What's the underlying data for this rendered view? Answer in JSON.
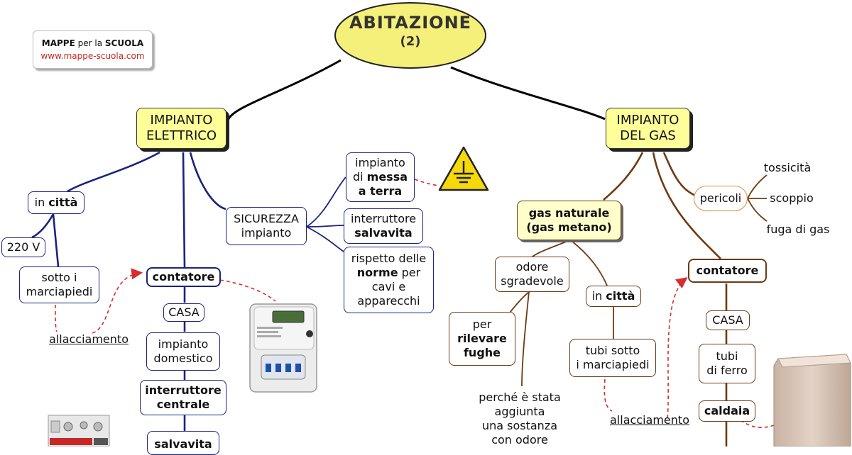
{
  "logo": {
    "line1_a": "MAPPE",
    "line1_b": " per la ",
    "line1_c": "SCUOLA",
    "line2": "www.mappe-scuola.com"
  },
  "title": {
    "main": "ABITAZIONE",
    "sub": "(2)"
  },
  "elettrico": {
    "header_l1": "IMPIANTO",
    "header_l2": "ELETTRICO",
    "in_citta_a": "in ",
    "in_citta_b": "città",
    "v220": "220 V",
    "sotto_l1": "sotto i",
    "sotto_l2": "marciapiedi",
    "allacciamento": "allacciamento",
    "contatore": "contatore",
    "casa": "CASA",
    "domestico_l1": "impianto",
    "domestico_l2": "domestico",
    "centrale_l1": "interruttore",
    "centrale_l2": "centrale",
    "salvavita": "salvavita",
    "sicurezza_l1": "SICUREZZA",
    "sicurezza_l2": "impianto",
    "terra_l1": "impianto",
    "terra_l2a": "di ",
    "terra_l2b": "messa",
    "terra_l3": "a terra",
    "salv_l1": "interruttore",
    "salv_l2": "salvavita",
    "norme_l1": "rispetto delle",
    "norme_l2a": "norme",
    "norme_l2b": " per",
    "norme_l3": "cavi e",
    "norme_l4": "apparecchi"
  },
  "gas": {
    "header_l1": "IMPIANTO",
    "header_l2": "DEL GAS",
    "naturale_l1": "gas naturale",
    "naturale_l2": "(gas metano)",
    "odore_l1": "odore",
    "odore_l2": "sgradevole",
    "rilevare_l1": "per",
    "rilevare_l2": "rilevare",
    "rilevare_l3": "fughe",
    "perche_l1": "perché è stata",
    "perche_l2": "aggiunta",
    "perche_l3": "una sostanza",
    "perche_l4": "con odore",
    "in_citta_a": "in ",
    "in_citta_b": "città",
    "tubi_sotto_l1": "tubi sotto",
    "tubi_sotto_l2": "i marciapiedi",
    "allacciamento": "allacciamento",
    "pericoli": "pericoli",
    "tossicita": "tossicità",
    "scoppio": "scoppio",
    "fuga": "fuga di gas",
    "contatore": "contatore",
    "casa": "CASA",
    "ferro_l1": "tubi",
    "ferro_l2": "di ferro",
    "caldaia": "caldaia"
  },
  "colors": {
    "electric_line": "#1a237e",
    "gas_line": "#6d3a12",
    "header_fill": "#ffff99",
    "title_fill": "#f5f07a",
    "arrow_red": "#d32f2f"
  },
  "icons": [
    "ground-warning-icon",
    "electric-meter-icon",
    "circuit-breaker-icon",
    "boiler-icon"
  ]
}
